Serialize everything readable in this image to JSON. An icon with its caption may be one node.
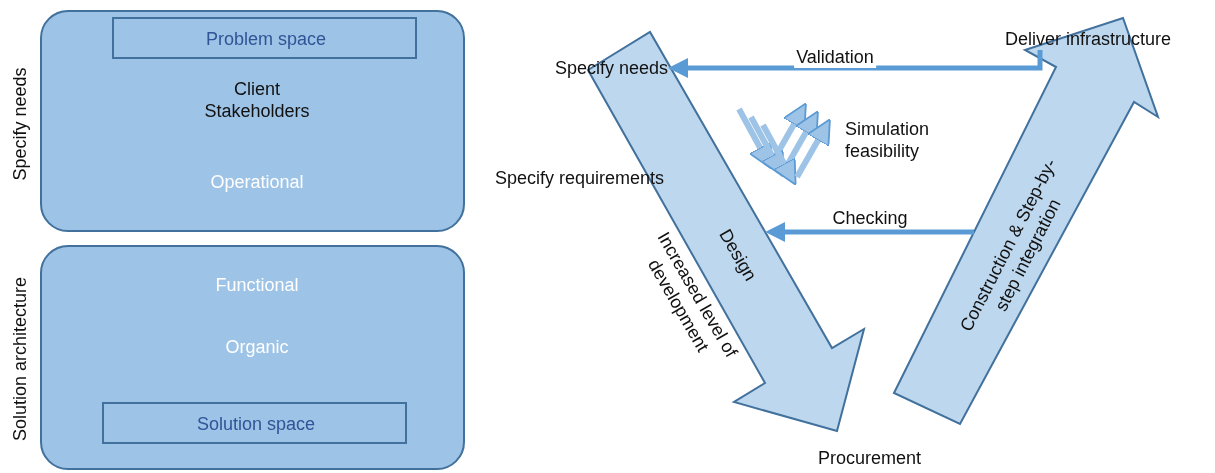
{
  "diagram": {
    "nodes": [
      {
        "text": [
          "Specify needs",
          "Client Stakeholders",
          "Operational"
        ]
      },
      {
        "text": [
          "Problem space"
        ],
        "in": 0
      },
      {
        "text": [
          "Solution architecture",
          "Functional",
          "Organic"
        ]
      },
      {
        "text": [
          "Solution space"
        ],
        "in": 2
      },
      {
        "text": [
          "Specify needs"
        ]
      },
      {
        "text": [
          "Deliver infrastructure"
        ]
      },
      {
        "text": [
          "Design"
        ],
        "beside": [
          "Increased level of development"
        ]
      },
      {
        "text": [
          "Construction & Step-by-step integration"
        ]
      }
    ],
    "edges": [
      {
        "from": 5,
        "to": 4,
        "arrow": "to",
        "label": "Validation"
      },
      {
        "from": 7,
        "to": 6,
        "arrow": "to",
        "label": "Checking"
      }
    ],
    "labels": [
      "Specify requirements",
      "Simulation feasibility",
      "Procurement"
    ]
  }
}
